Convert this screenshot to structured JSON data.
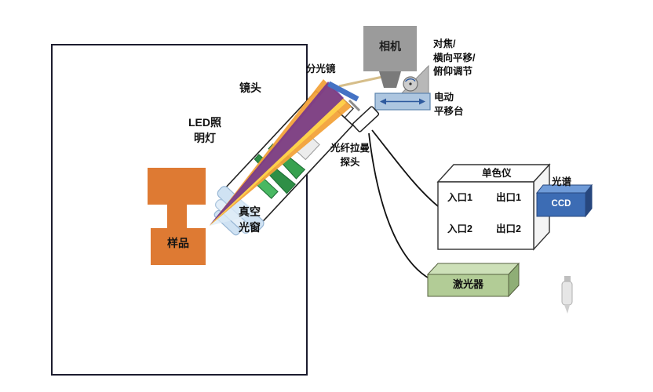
{
  "labels": {
    "camera": "相机",
    "adjust": "对焦/\n横向平移/\n俯仰调节",
    "stage": "电动\n平移台",
    "beam_splitter": "分光镜",
    "lens": "镜头",
    "led": "LED照\n明灯",
    "probe": "光纤拉曼\n探头",
    "window": "真空\n光窗",
    "sample": "样品",
    "mono": "单色仪",
    "in1": "入口1",
    "out1": "出口1",
    "in2": "入口2",
    "out2": "出口2",
    "spectrum": "光谱",
    "ccd": "CCD",
    "laser": "激光器"
  },
  "colors": {
    "sample_orange": "#de7a33",
    "beam_orange": "#f2a23a",
    "beam_yellow": "#ffd54d",
    "beam_purple": "#6b2d90",
    "splitter_blue": "#4472c4",
    "led_ring_blue": "#cfe2f3",
    "optics_green": "#2e8f46",
    "camera_gray": "#9b9b9b",
    "stage_blue": "#adc6e0",
    "ccd_blue": "#3c6cb4",
    "laser_green": "#b2cc96"
  },
  "icons": {
    "vial": "vial-icon"
  }
}
